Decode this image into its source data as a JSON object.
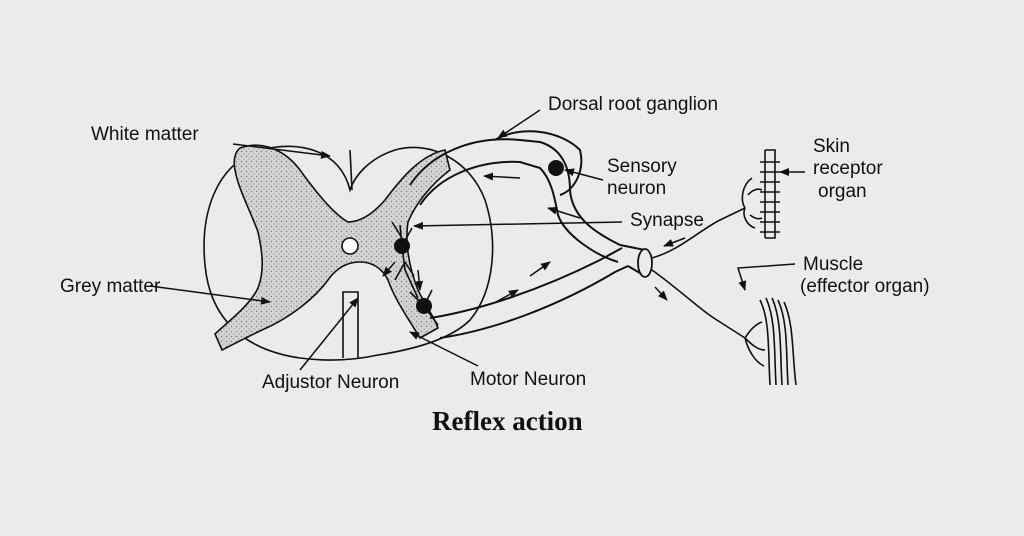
{
  "diagram": {
    "title": "Reflex action",
    "labels": {
      "white_matter": "White matter",
      "grey_matter": "Grey matter",
      "dorsal_root_ganglion": "Dorsal root ganglion",
      "sensory_neuron_1": "Sensory",
      "sensory_neuron_2": "neuron",
      "synapse": "Synapse",
      "skin_receptor_1": "Skin",
      "skin_receptor_2": "receptor",
      "skin_receptor_3": "organ",
      "muscle_1": "Muscle",
      "muscle_2": "(effector organ)",
      "adjustor_neuron": "Adjustor Neuron",
      "motor_neuron": "Motor Neuron"
    },
    "colors": {
      "background": "#ebebeb",
      "ink": "#111111",
      "grey_matter_fill": "#cfcfcf"
    }
  }
}
